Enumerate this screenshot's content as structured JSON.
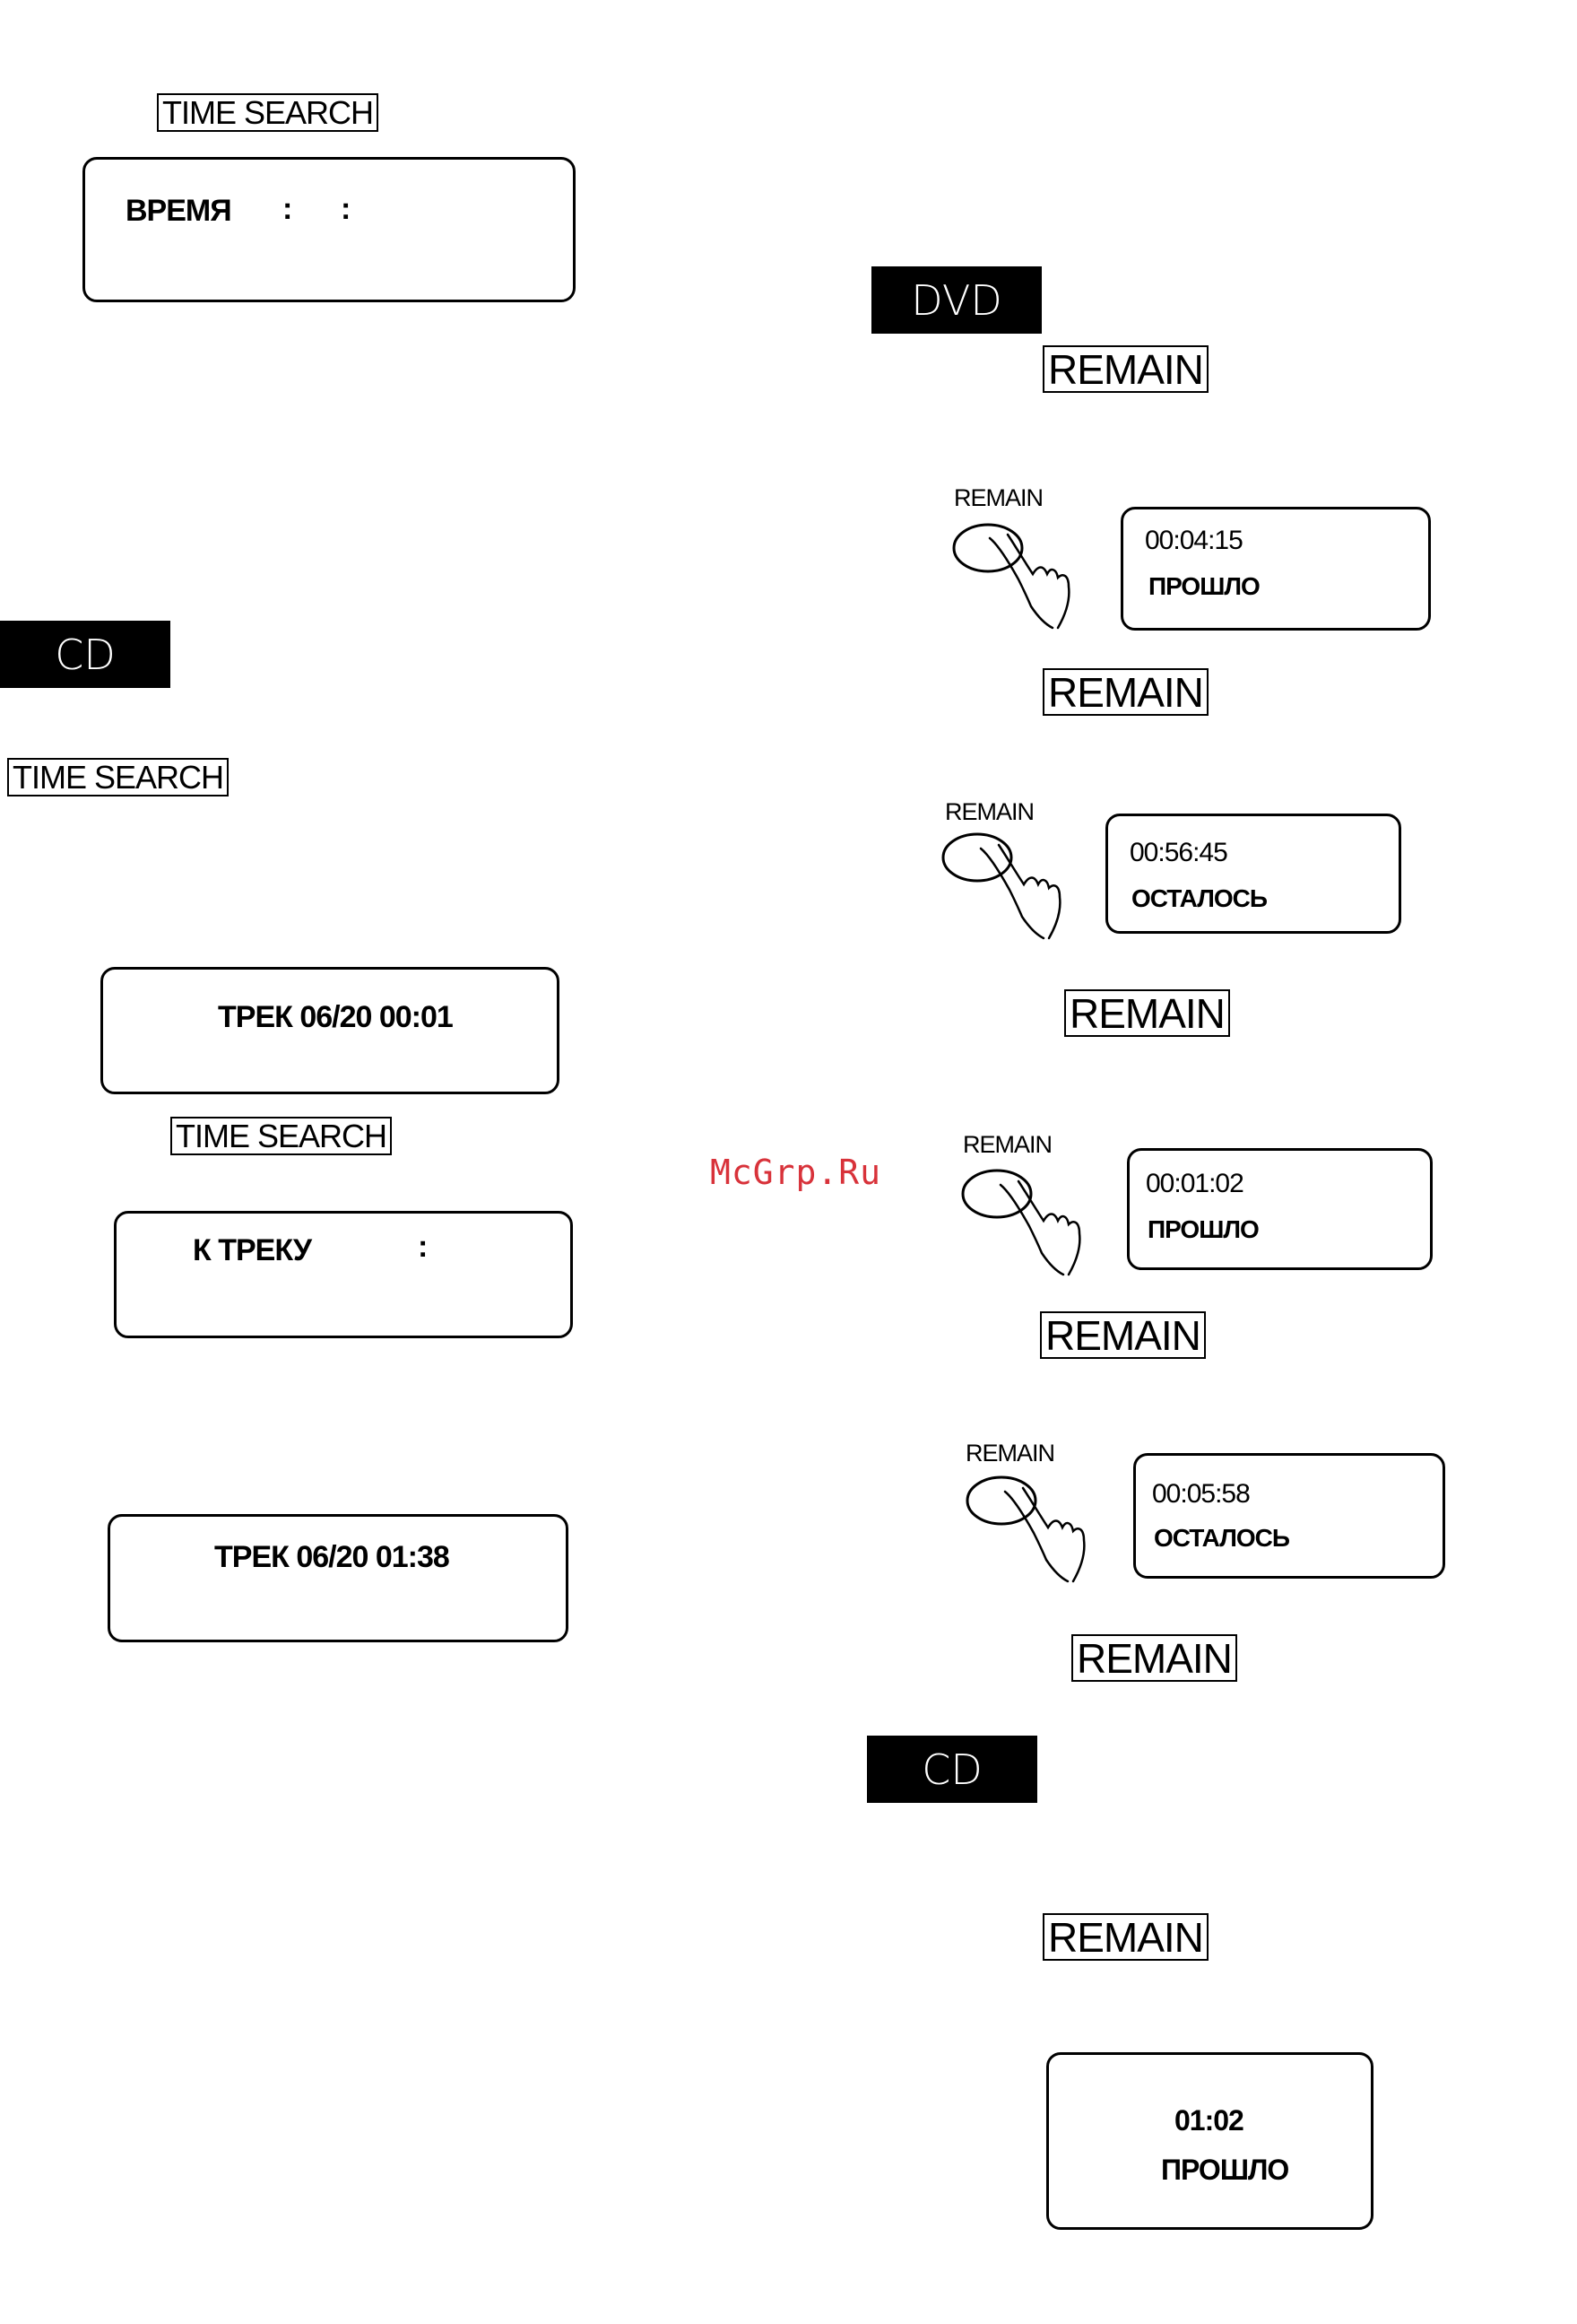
{
  "watermark": "McGrp.Ru",
  "left": {
    "time_search_1": "TIME SEARCH",
    "lcd_time": {
      "label": "ВРЕМЯ",
      "sep1": ":",
      "sep2": ":"
    },
    "cd_tag": "CD",
    "time_search_2": "TIME SEARCH",
    "lcd_track_1": "ТРЕК 06/20  00:01",
    "time_search_3": "TIME SEARCH",
    "lcd_goto": {
      "label": "К ТРЕКУ",
      "sep": ":"
    },
    "lcd_track_2": "ТРЕК 06/20  01:38"
  },
  "right": {
    "dvd_tag": "DVD",
    "remain_1": "REMAIN",
    "step1": {
      "button": "REMAIN",
      "time": "00:04:15",
      "status": "ПРОШЛО"
    },
    "remain_2": "REMAIN",
    "step2": {
      "button": "REMAIN",
      "time": "00:56:45",
      "status": "ОСТАЛОСЬ"
    },
    "remain_3": "REMAIN",
    "step3": {
      "button": "REMAIN",
      "time": "00:01:02",
      "status": "ПРОШЛО"
    },
    "remain_4": "REMAIN",
    "step4": {
      "button": "REMAIN",
      "time": "00:05:58",
      "status": "ОСТАЛОСЬ"
    },
    "remain_5": "REMAIN",
    "cd_tag": "CD",
    "remain_6": "REMAIN",
    "cd_display": {
      "time": "01:02",
      "status": "ПРОШЛО"
    }
  }
}
